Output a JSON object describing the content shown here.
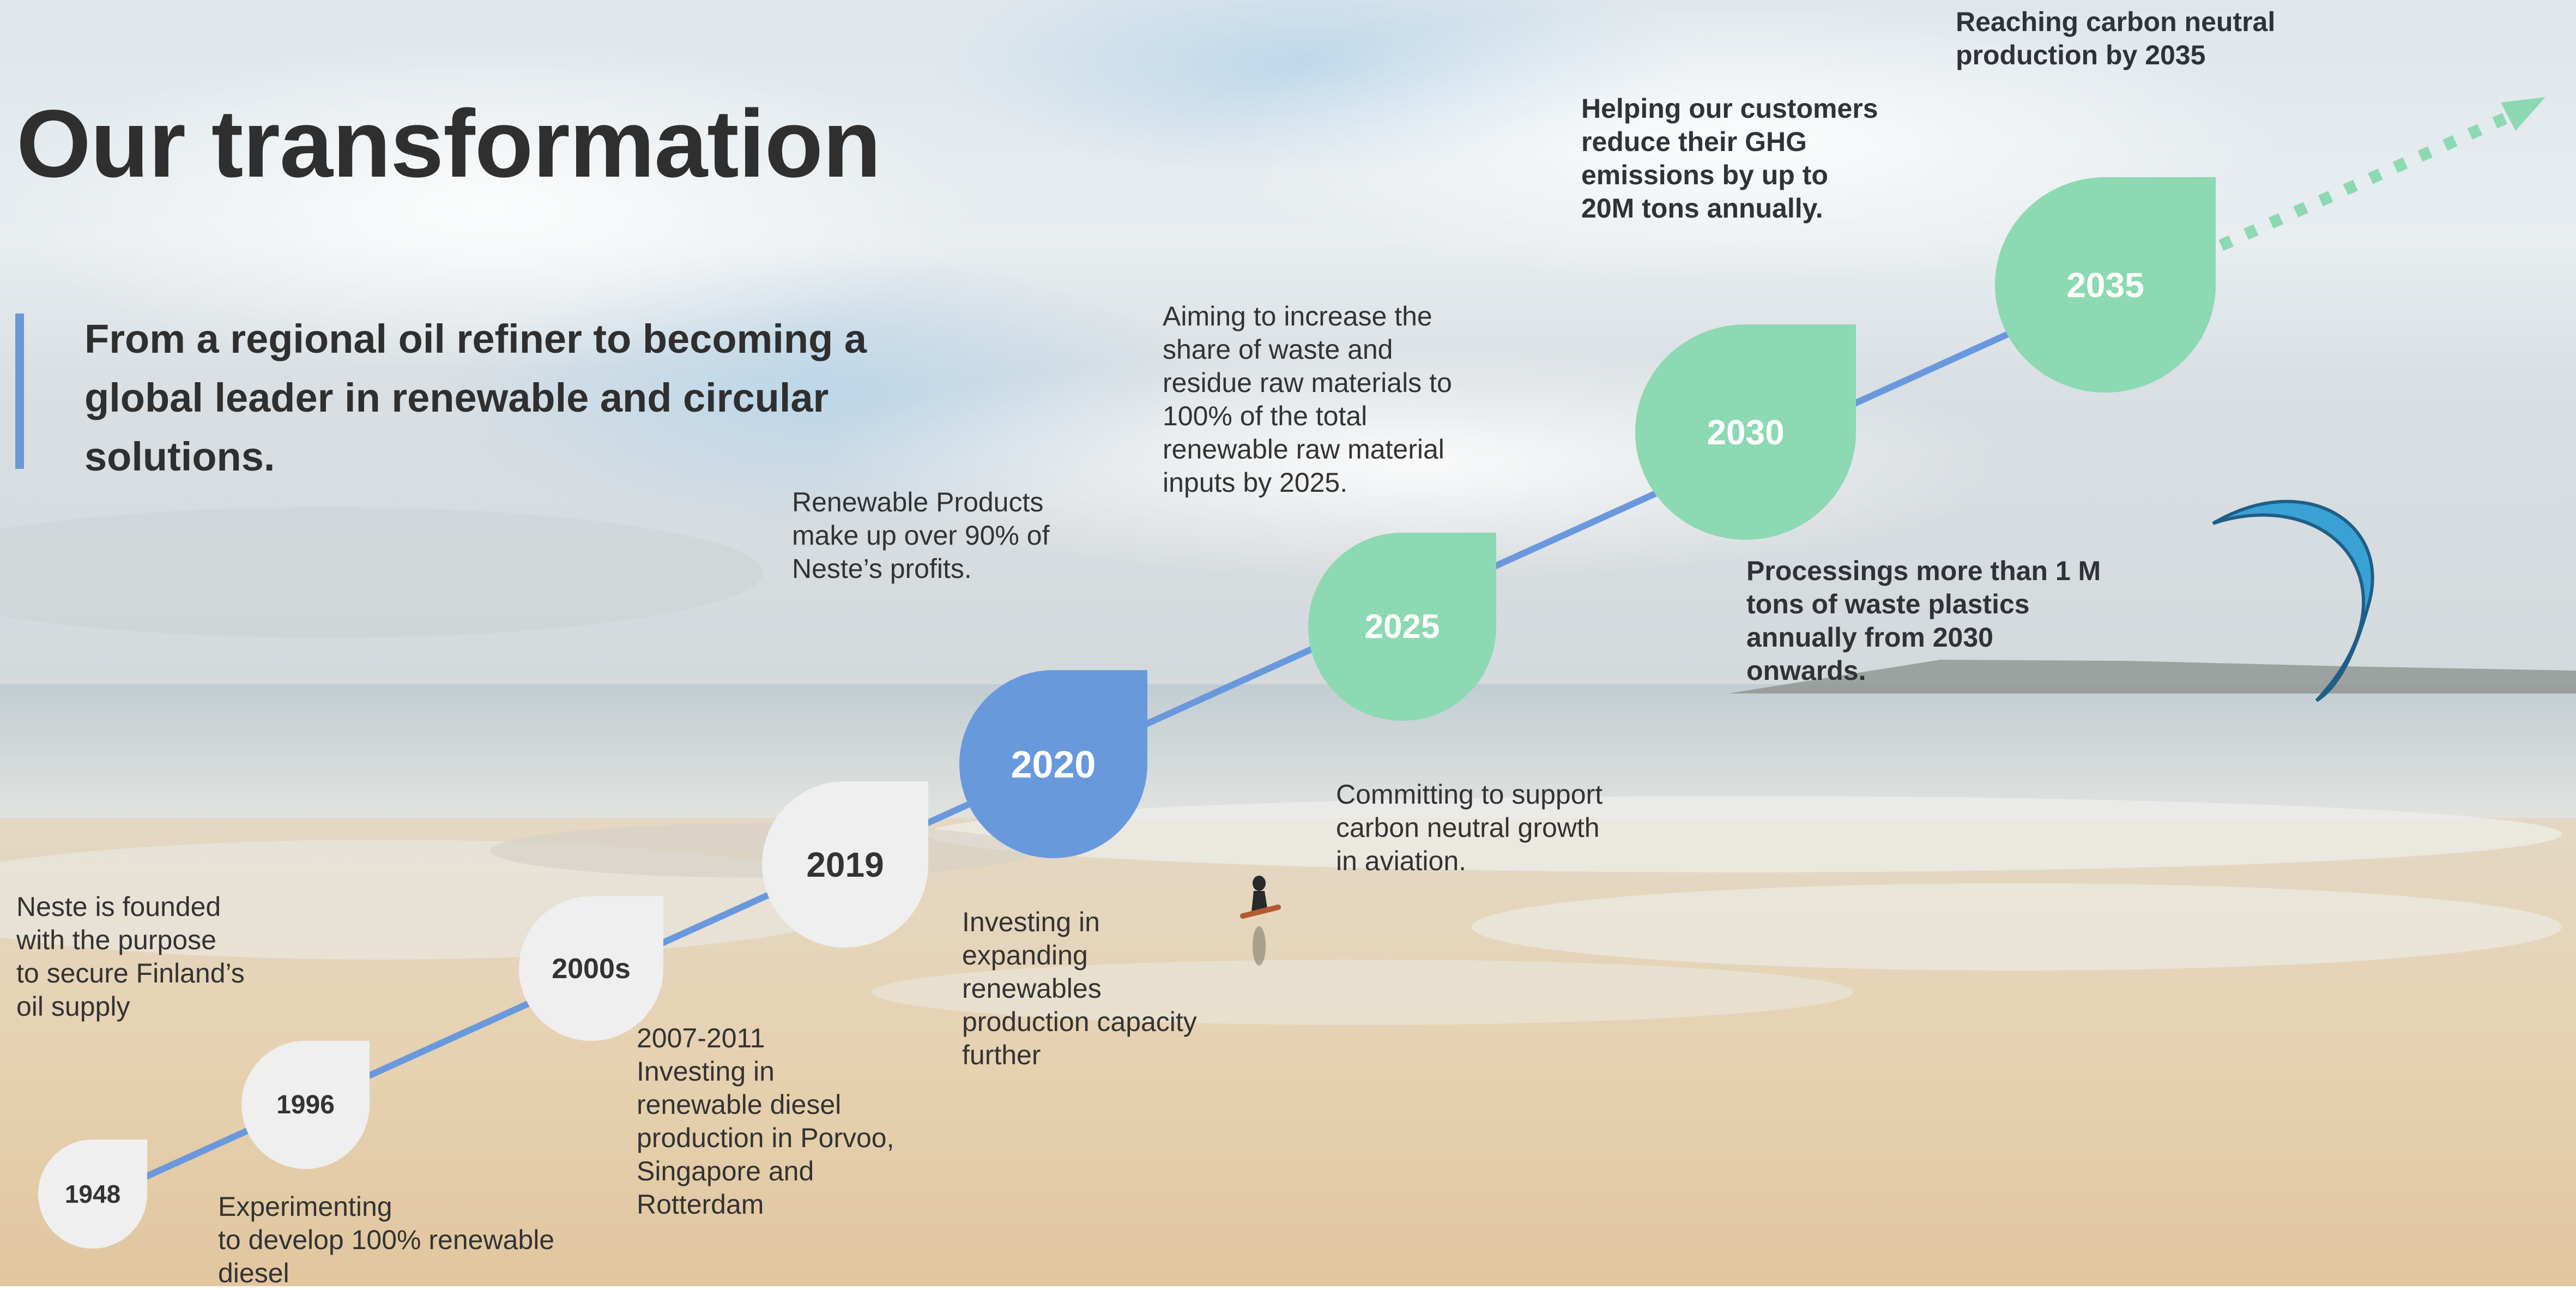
{
  "title": "Our transformation",
  "subtitle": "From a regional oil refiner to becoming a global leader in renewable and circular solutions.",
  "colors": {
    "accent_blue": "#6b98d6",
    "milestone_grey": "#efefef",
    "milestone_blue": "#6899dc",
    "milestone_green": "#8cd9b3",
    "timeline_line": "#6a98dd",
    "future_arrow": "#8cd9b3"
  },
  "milestones": [
    {
      "year": "1948",
      "style": "grey"
    },
    {
      "year": "1996",
      "style": "grey"
    },
    {
      "year": "2000s",
      "style": "grey"
    },
    {
      "year": "2019",
      "style": "grey"
    },
    {
      "year": "2020",
      "style": "blue"
    },
    {
      "year": "2025",
      "style": "green"
    },
    {
      "year": "2030",
      "style": "green"
    },
    {
      "year": "2035",
      "style": "green"
    }
  ],
  "notes": {
    "n1948": [
      "Neste is founded",
      "with the purpose",
      "to secure Finland’s",
      "oil supply"
    ],
    "n1996": [
      "Experimenting",
      "to develop 100% renewable",
      "diesel"
    ],
    "n2000s": [
      "2007-2011",
      "Investing in",
      "renewable diesel",
      "production in Porvoo,",
      "Singapore and",
      "Rotterdam"
    ],
    "n2019": [
      "Renewable Products",
      "make up over 90% of",
      "Neste’s profits."
    ],
    "n2020": [
      "Investing in",
      "expanding",
      "renewables",
      "production capacity",
      "further"
    ],
    "n2025_top": [
      "Aiming to increase the",
      "share of waste and",
      "residue raw materials to",
      "100% of the total",
      "renewable raw material",
      "inputs by 2025."
    ],
    "n2025_bottom": [
      "Committing to support",
      "carbon neutral growth",
      "in aviation."
    ],
    "n2030_top": [
      "Helping our customers",
      "reduce their GHG",
      "emissions by up to",
      "20M tons annually."
    ],
    "n2030_bottom": [
      "Processings more than 1 M",
      "tons of waste plastics",
      "annually from 2030",
      "onwards."
    ],
    "n2035": [
      "Reaching carbon neutral",
      "production by 2035"
    ]
  }
}
